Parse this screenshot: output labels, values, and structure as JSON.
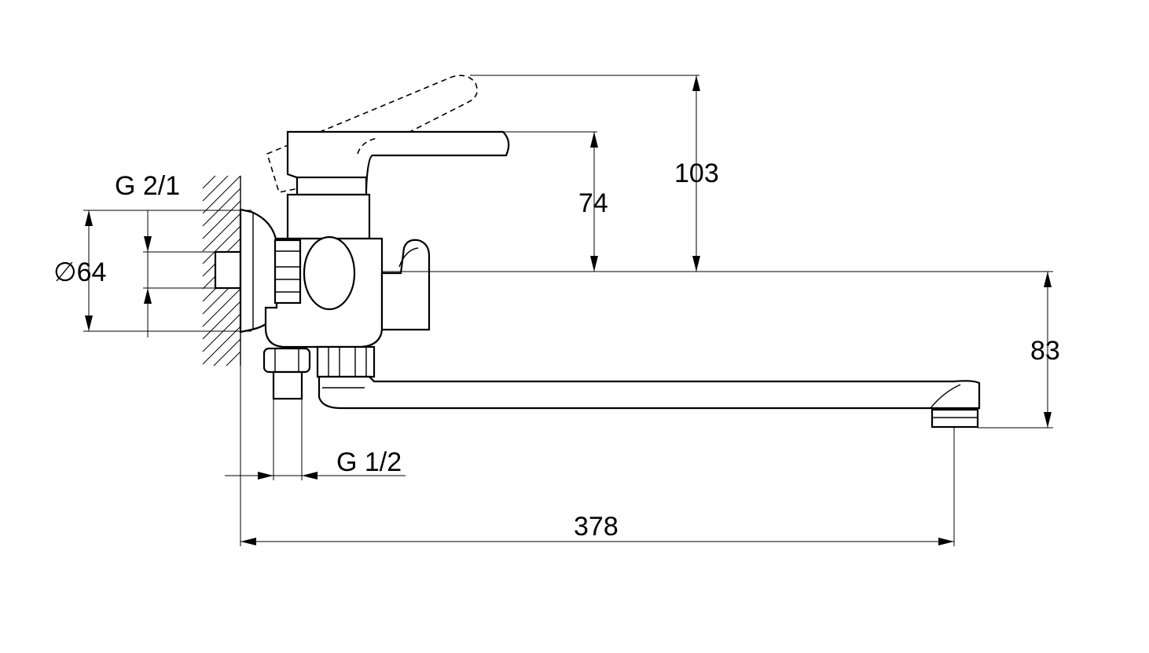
{
  "dimensions": {
    "lever_travel_height": "103",
    "lever_height": "74",
    "spout_height": "83",
    "overall_length": "378",
    "flange_diameter": "∅64",
    "wall_thread": "G 2/1",
    "outlet_thread": "G 1/2"
  }
}
